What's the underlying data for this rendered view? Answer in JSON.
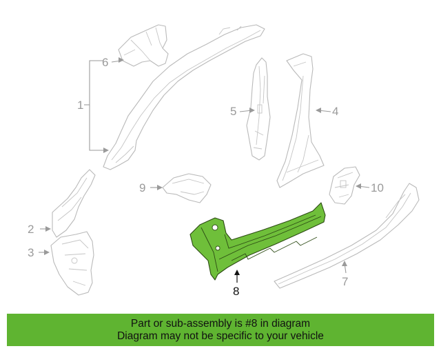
{
  "diagram": {
    "callouts": [
      {
        "id": "1",
        "label": "1"
      },
      {
        "id": "2",
        "label": "2"
      },
      {
        "id": "3",
        "label": "3"
      },
      {
        "id": "4",
        "label": "4"
      },
      {
        "id": "5",
        "label": "5"
      },
      {
        "id": "6",
        "label": "6"
      },
      {
        "id": "7",
        "label": "7"
      },
      {
        "id": "8",
        "label": "8"
      },
      {
        "id": "9",
        "label": "9"
      },
      {
        "id": "10",
        "label": "10"
      }
    ],
    "highlighted_part": "8",
    "colors": {
      "highlight_fill": "#6fbf3a",
      "outline_gray": "#b9b9b9",
      "callout_gray": "#9a9a9a"
    }
  },
  "banner": {
    "line1": "Part or sub-assembly is #8 in diagram",
    "line2": "Diagram may not be specific to your vehicle",
    "background": "#5fb431"
  }
}
